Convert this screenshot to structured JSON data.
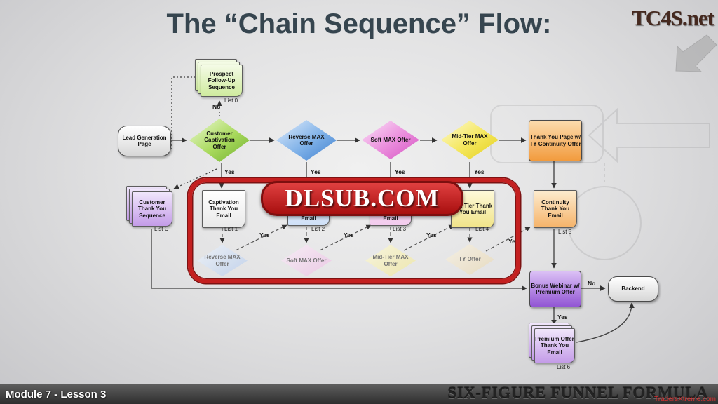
{
  "title": "The “Chain Sequence” Flow:",
  "logo": "TC4S.net",
  "watermark_badge": "DLSUB.COM",
  "site_credit": "TradersXtreme.com",
  "footer": {
    "lesson": "Module 7 - Lesson 3",
    "brand": "SIX-FIGURE FUNNEL FORMULA"
  },
  "labels": {
    "yes": "Yes",
    "no": "No"
  },
  "colors": {
    "green": "#7dbf3c",
    "blue": "#4f94de",
    "pink": "#e06ad2",
    "yellow": "#f0dc30",
    "orange": "#f29b3d",
    "purple": "#9a5fd6",
    "highlight_red": "#c42020",
    "badge_red": "#b01212",
    "title_text": "#36454f"
  },
  "nodes": {
    "prospect_followup": {
      "label": "Prospect Follow-Up Sequence",
      "list": "List 0"
    },
    "lead_gen": {
      "label": "Lead Generation Page"
    },
    "captivation_offer": {
      "label": "Customer Captivation Offer"
    },
    "reverse_max": {
      "label": "Reverse MAX Offer"
    },
    "soft_max": {
      "label": "Soft MAX Offer"
    },
    "midtier_max": {
      "label": "Mid-Tier MAX Offer"
    },
    "ty_page": {
      "label": "Thank You Page w/ TY Continuity Offer"
    },
    "customer_ty_sequence": {
      "label": "Customer Thank You Sequence",
      "list": "List C"
    },
    "captivation_ty_email": {
      "label": "Captivation Thank You Email",
      "list": "List 1"
    },
    "reverse_ty_email": {
      "label": "Email",
      "list": "List 2"
    },
    "soft_ty_email": {
      "label": "Email",
      "list": "List 3"
    },
    "midtier_ty_email": {
      "label": "Mid Tier Thank You Email",
      "list": "List 4"
    },
    "continuity_ty_email": {
      "label": "Continuity Thank You Email",
      "list": "List 5"
    },
    "reverse_max_sub": {
      "label": "Reverse MAX Offer"
    },
    "soft_max_sub": {
      "label": "Soft MAX Offer"
    },
    "midtier_max_sub": {
      "label": "Mid-Tier MAX Offer"
    },
    "ty_offer": {
      "label": "TY Offer"
    },
    "bonus_webinar": {
      "label": "Bonus Webinar w/ Premium Offer"
    },
    "backend": {
      "label": "Backend"
    },
    "premium_ty_email": {
      "label": "Premium Offer Thank You Email",
      "list": "List 6"
    }
  }
}
